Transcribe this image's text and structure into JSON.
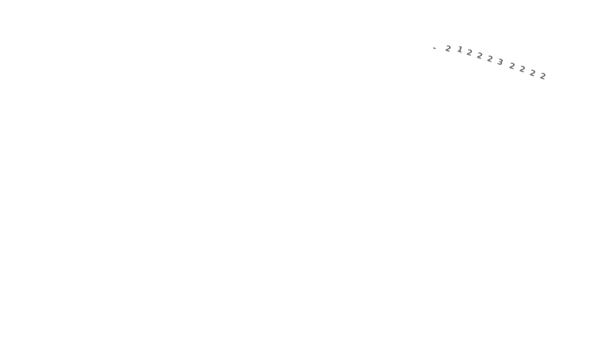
{
  "page": {
    "background": "#ffffff",
    "faint_glyphs": [
      "-",
      "2",
      "1",
      "2",
      "2",
      "2",
      "3",
      "2",
      "2",
      "2",
      "2"
    ],
    "glyph_color": "#b8b8b8"
  }
}
